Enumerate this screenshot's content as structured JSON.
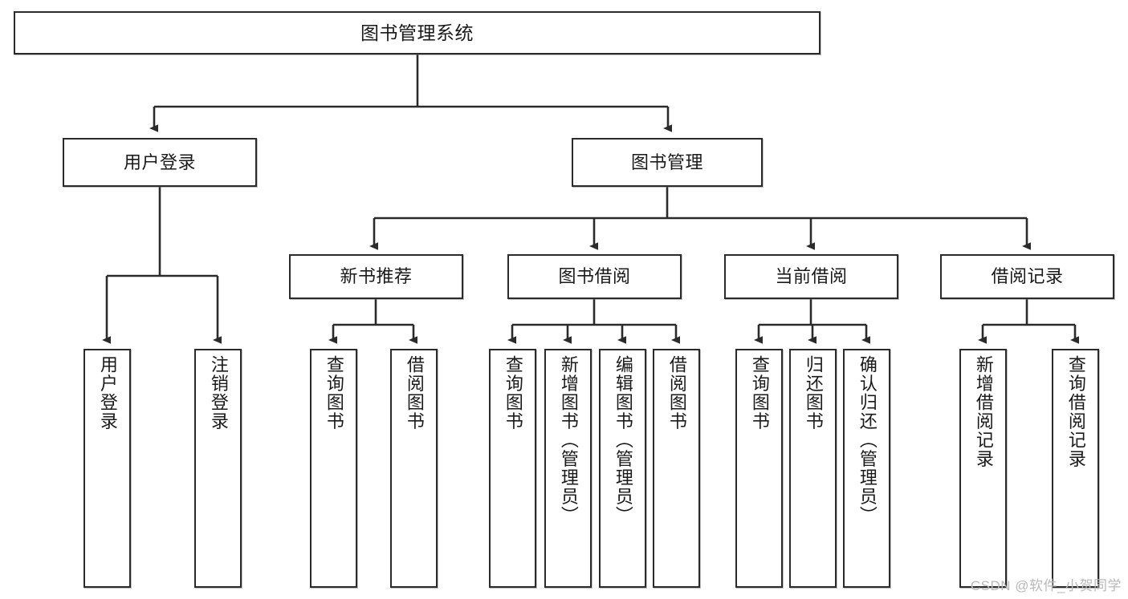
{
  "diagram": {
    "title": "图书管理系统",
    "type": "tree",
    "watermark": "CSDN @软件_小贺同学",
    "colors": {
      "box_border": "#2b2b2b",
      "box_fill": "#ffffff",
      "edge": "#2b2b2b",
      "text": "#1a1a1a",
      "watermark": "#b9b9b9"
    },
    "nodes": {
      "root": {
        "label": "图书管理系统",
        "level": 1,
        "orientation": "horizontal"
      },
      "user_login": {
        "label": "用户登录",
        "level": 2,
        "orientation": "horizontal"
      },
      "book_manage": {
        "label": "图书管理",
        "level": 2,
        "orientation": "horizontal"
      },
      "new_book_rec": {
        "label": "新书推荐",
        "level": 3,
        "orientation": "horizontal"
      },
      "book_borrow": {
        "label": "图书借阅",
        "level": 3,
        "orientation": "horizontal"
      },
      "current_borrow": {
        "label": "当前借阅",
        "level": 3,
        "orientation": "horizontal"
      },
      "borrow_record": {
        "label": "借阅记录",
        "level": 3,
        "orientation": "horizontal"
      },
      "leaf_user_login": {
        "label": "用户登录",
        "level": 3,
        "orientation": "vertical"
      },
      "leaf_logout": {
        "label": "注销登录",
        "level": 3,
        "orientation": "vertical"
      },
      "leaf_query_book_1": {
        "label": "查询图书",
        "level": 4,
        "orientation": "vertical"
      },
      "leaf_borrow_book_1": {
        "label": "借阅图书",
        "level": 4,
        "orientation": "vertical"
      },
      "leaf_query_book_2": {
        "label": "查询图书",
        "level": 4,
        "orientation": "vertical"
      },
      "leaf_add_book": {
        "label": "新增图书（管理员）",
        "level": 4,
        "orientation": "vertical"
      },
      "leaf_edit_book": {
        "label": "编辑图书（管理员）",
        "level": 4,
        "orientation": "vertical"
      },
      "leaf_borrow_book_2": {
        "label": "借阅图书",
        "level": 4,
        "orientation": "vertical"
      },
      "leaf_query_book_3": {
        "label": "查询图书",
        "level": 4,
        "orientation": "vertical"
      },
      "leaf_return_book": {
        "label": "归还图书",
        "level": 4,
        "orientation": "vertical"
      },
      "leaf_confirm_return": {
        "label": "确认归还（管理员）",
        "level": 4,
        "orientation": "vertical"
      },
      "leaf_add_record": {
        "label": "新增借阅记录",
        "level": 4,
        "orientation": "vertical"
      },
      "leaf_query_record": {
        "label": "查询借阅记录",
        "level": 4,
        "orientation": "vertical"
      }
    },
    "edges": [
      {
        "from": "root",
        "to": "user_login"
      },
      {
        "from": "root",
        "to": "book_manage"
      },
      {
        "from": "user_login",
        "to": "leaf_user_login"
      },
      {
        "from": "user_login",
        "to": "leaf_logout"
      },
      {
        "from": "book_manage",
        "to": "new_book_rec"
      },
      {
        "from": "book_manage",
        "to": "book_borrow"
      },
      {
        "from": "book_manage",
        "to": "current_borrow"
      },
      {
        "from": "book_manage",
        "to": "borrow_record"
      },
      {
        "from": "new_book_rec",
        "to": "leaf_query_book_1"
      },
      {
        "from": "new_book_rec",
        "to": "leaf_borrow_book_1"
      },
      {
        "from": "book_borrow",
        "to": "leaf_query_book_2"
      },
      {
        "from": "book_borrow",
        "to": "leaf_add_book"
      },
      {
        "from": "book_borrow",
        "to": "leaf_edit_book"
      },
      {
        "from": "book_borrow",
        "to": "leaf_borrow_book_2"
      },
      {
        "from": "current_borrow",
        "to": "leaf_query_book_3"
      },
      {
        "from": "current_borrow",
        "to": "leaf_return_book"
      },
      {
        "from": "current_borrow",
        "to": "leaf_confirm_return"
      },
      {
        "from": "borrow_record",
        "to": "leaf_add_record"
      },
      {
        "from": "borrow_record",
        "to": "leaf_query_record"
      }
    ]
  }
}
